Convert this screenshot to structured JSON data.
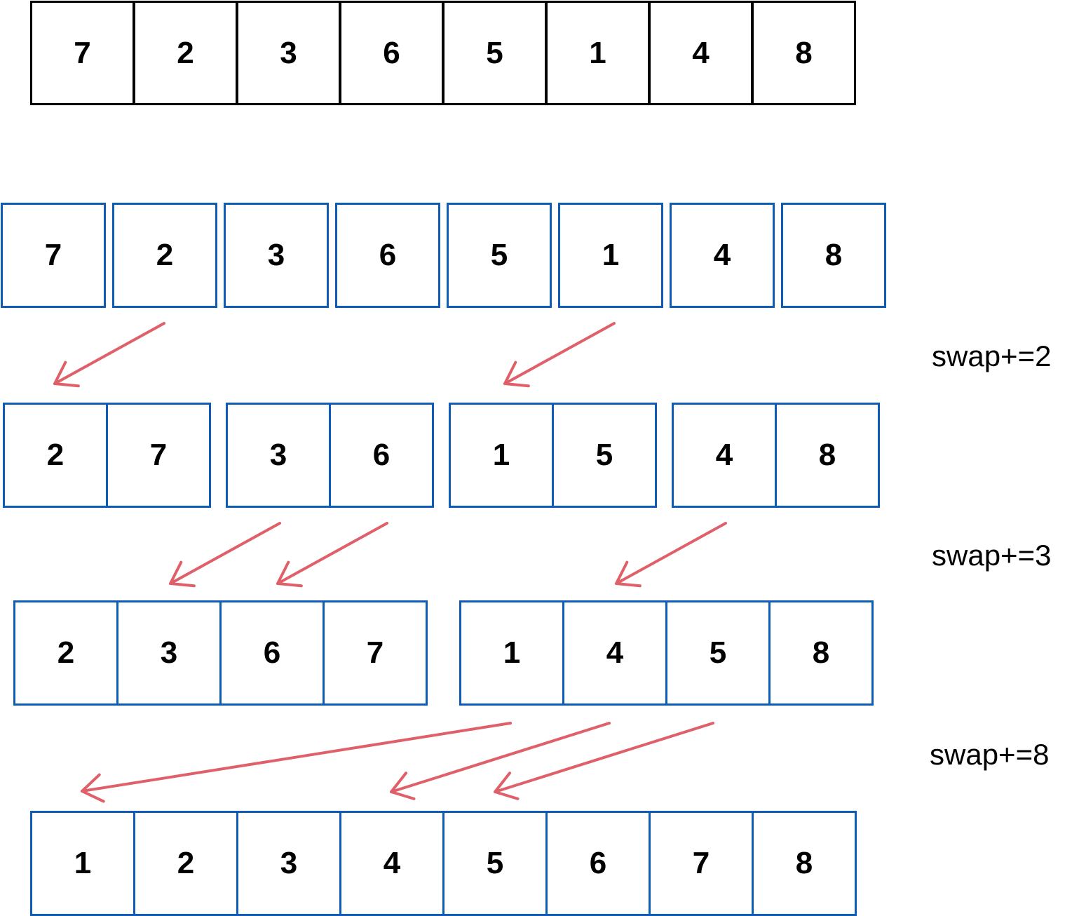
{
  "colors": {
    "original_border": "#000000",
    "step_border": "#0f5cb6",
    "arrow": "#e0606a",
    "text": "#000000"
  },
  "rows": [
    {
      "name": "original",
      "values": [
        "7",
        "2",
        "3",
        "6",
        "5",
        "1",
        "4",
        "8"
      ]
    },
    {
      "name": "split",
      "values": [
        "7",
        "2",
        "3",
        "6",
        "5",
        "1",
        "4",
        "8"
      ]
    },
    {
      "name": "merge-1",
      "values": [
        "2",
        "7",
        "3",
        "6",
        "1",
        "5",
        "4",
        "8"
      ]
    },
    {
      "name": "merge-2",
      "values": [
        "2",
        "3",
        "6",
        "7",
        "1",
        "4",
        "5",
        "8"
      ]
    },
    {
      "name": "final",
      "values": [
        "1",
        "2",
        "3",
        "4",
        "5",
        "6",
        "7",
        "8"
      ]
    }
  ],
  "swap_labels": [
    "swap+=2",
    "swap+=3",
    "swap+=8"
  ]
}
